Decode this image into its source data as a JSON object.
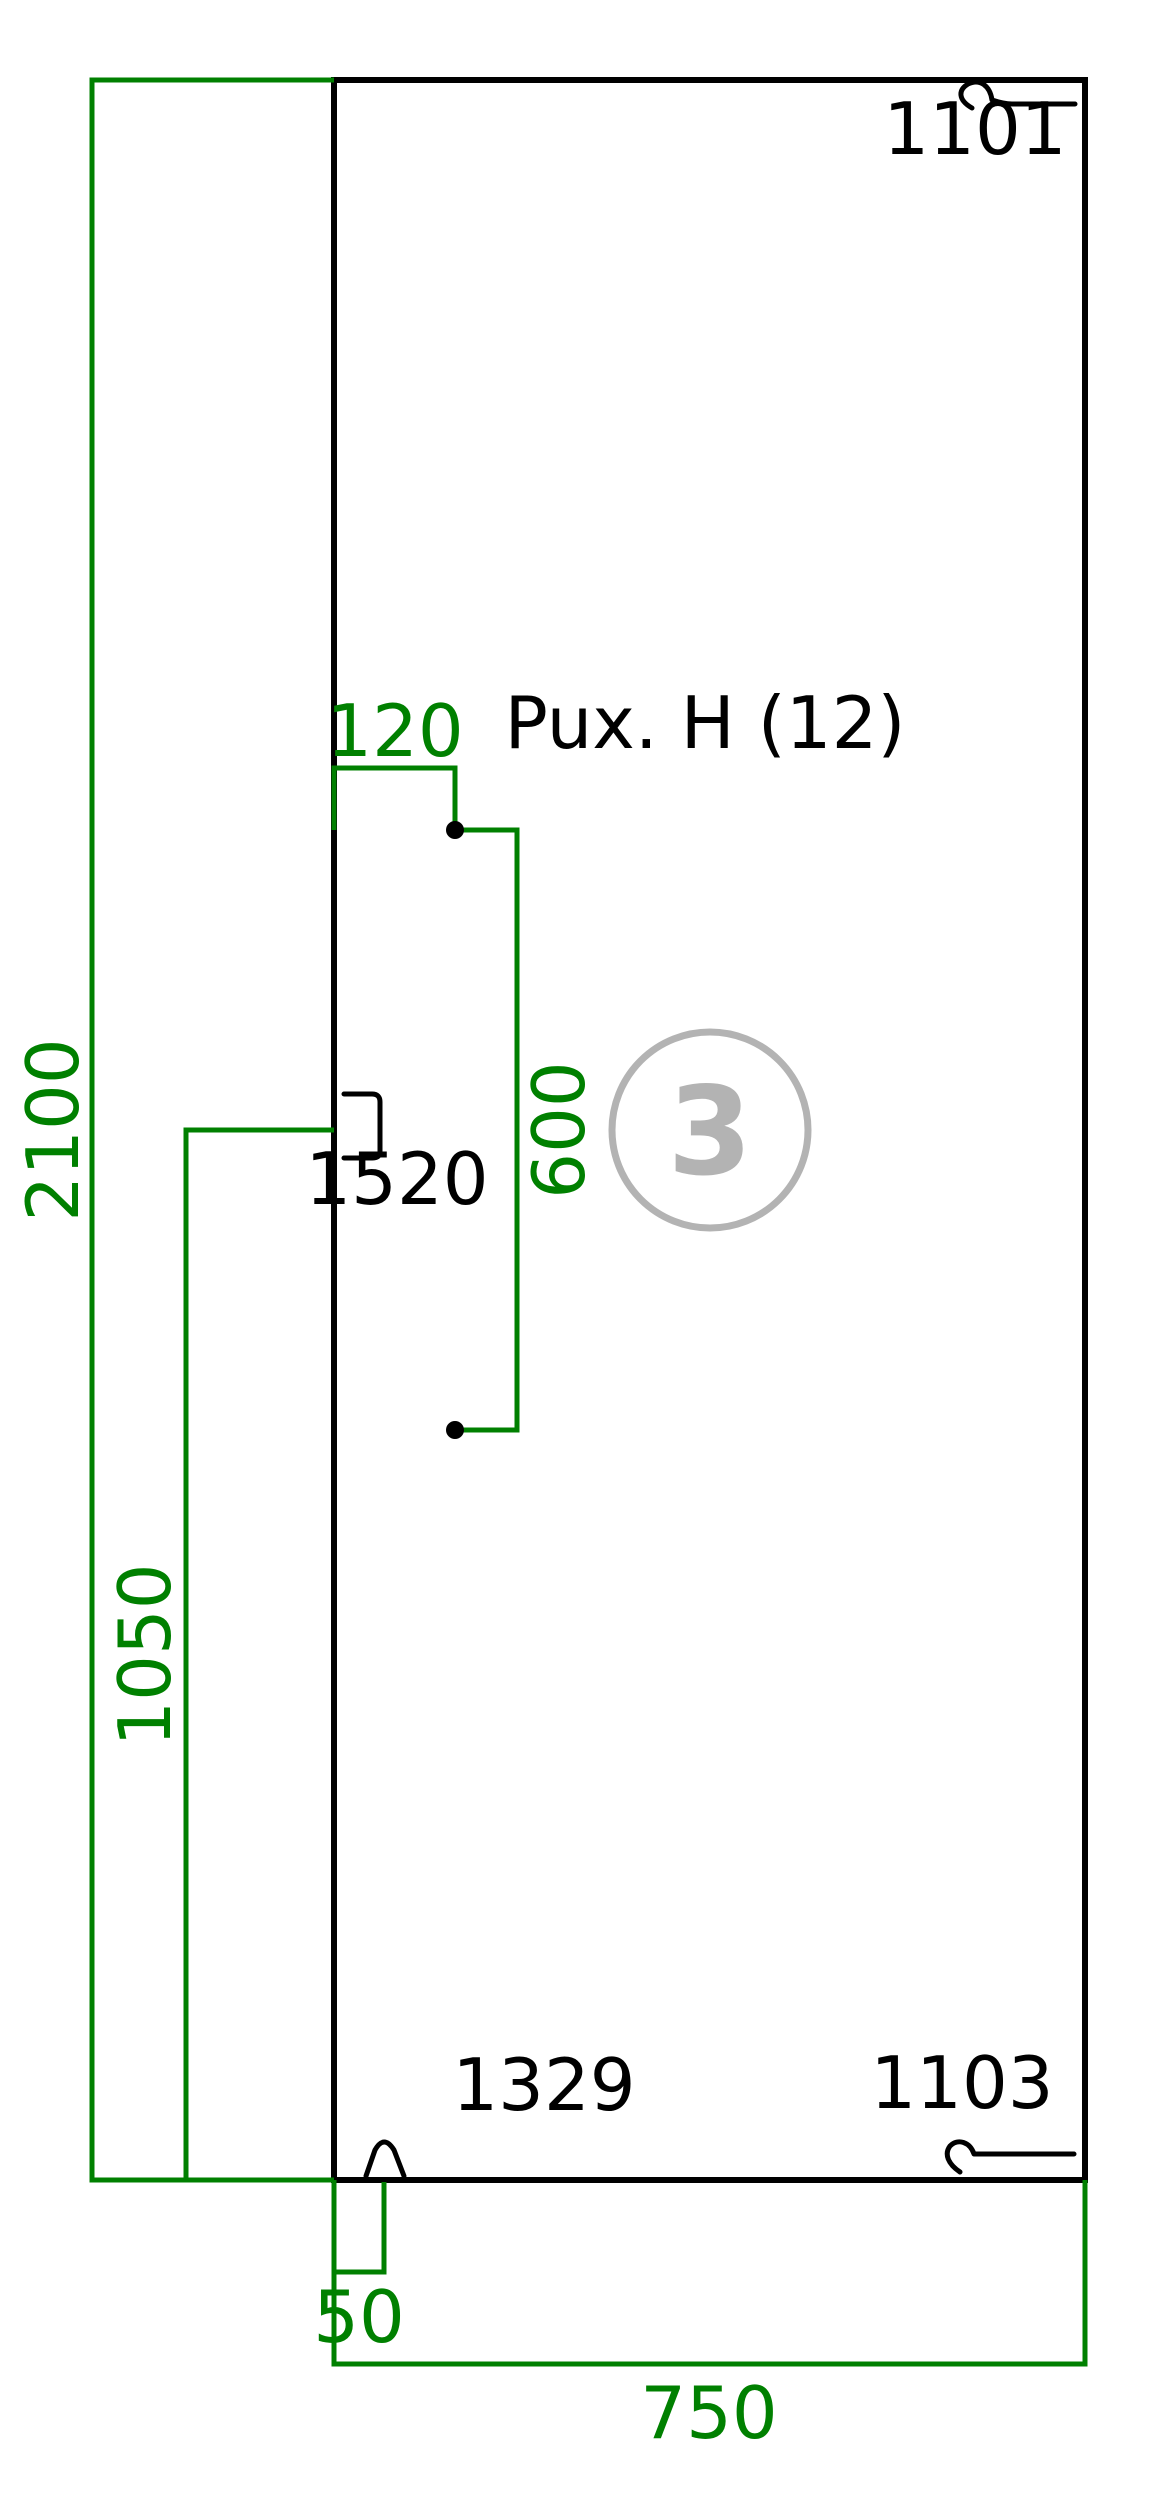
{
  "panel": {
    "label": "Pux. H (12)",
    "badge": "3"
  },
  "dimensions": {
    "height": "2100",
    "hole_height": "1050",
    "hole_offset": "120",
    "hole_spacing": "600",
    "bottom_offset": "50",
    "width": "750"
  },
  "fittings": {
    "top_right": "1101",
    "left_middle": "1520",
    "bottom_left": "1329",
    "bottom_right": "1103"
  },
  "colors": {
    "dimension": "#008000",
    "outline": "#000000",
    "badge": "#b3b3b3"
  }
}
